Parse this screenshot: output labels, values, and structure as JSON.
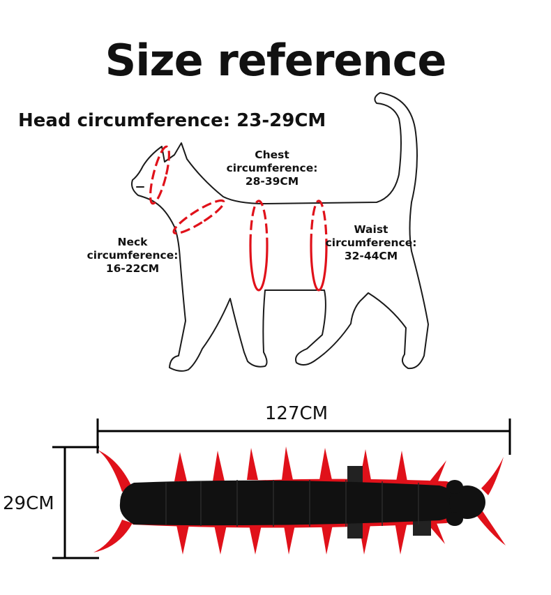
{
  "title": "Size reference",
  "head": {
    "label": "Head circumference: 23-29CM"
  },
  "chest": {
    "line1": "Chest",
    "line2": "circumference:",
    "line3": "28-39CM"
  },
  "neck": {
    "line1": "Neck",
    "line2": "circumference:",
    "line3": "16-22CM"
  },
  "waist": {
    "line1": "Waist",
    "line2": "circumference:",
    "line3": "32-44CM"
  },
  "costume": {
    "length": "127CM",
    "height": "29CM"
  },
  "colors": {
    "measure_red": "#e0111a",
    "body_black": "#111111",
    "outline": "#1a1a1a"
  }
}
